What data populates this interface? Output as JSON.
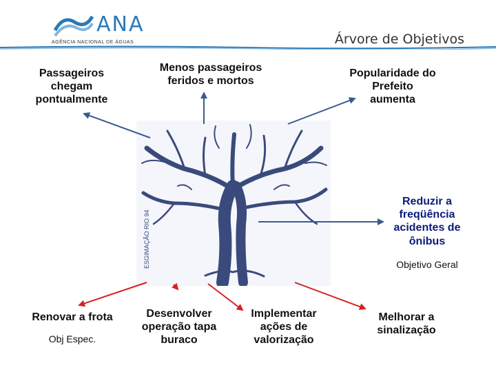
{
  "header": {
    "logo_word": "ANA",
    "logo_subtitle": "AGÊNCIA NACIONAL DE ÁGUAS",
    "title": "Árvore de Objetivos"
  },
  "diagram": {
    "effects": [
      {
        "id": "passageiros",
        "text": "Passageiros chegam pontualmente"
      },
      {
        "id": "menos",
        "text": "Menos passageiros feridos e mortos"
      },
      {
        "id": "popularidade",
        "text": "Popularidade do Prefeito aumenta"
      }
    ],
    "goal": {
      "text": "Reduzir a freqüência acidentes de ônibus",
      "caption": "Objetivo Geral"
    },
    "means": [
      {
        "id": "renovar",
        "text": "Renovar a frota",
        "caption": "Obj Espec."
      },
      {
        "id": "desenvolver",
        "text": "Desenvolver operação tapa buraco"
      },
      {
        "id": "implementar",
        "text": "Implementar ações de valorização"
      },
      {
        "id": "melhorar",
        "text": "Melhorar a sinalização"
      }
    ],
    "tree_signature": "ESGIMAÇÃO RIO 94",
    "colors": {
      "arrow_blue": "#3a5a8c",
      "arrow_red": "#d62020",
      "goal_text": "#0b1a7a",
      "brand": "#2a7ab8"
    }
  }
}
